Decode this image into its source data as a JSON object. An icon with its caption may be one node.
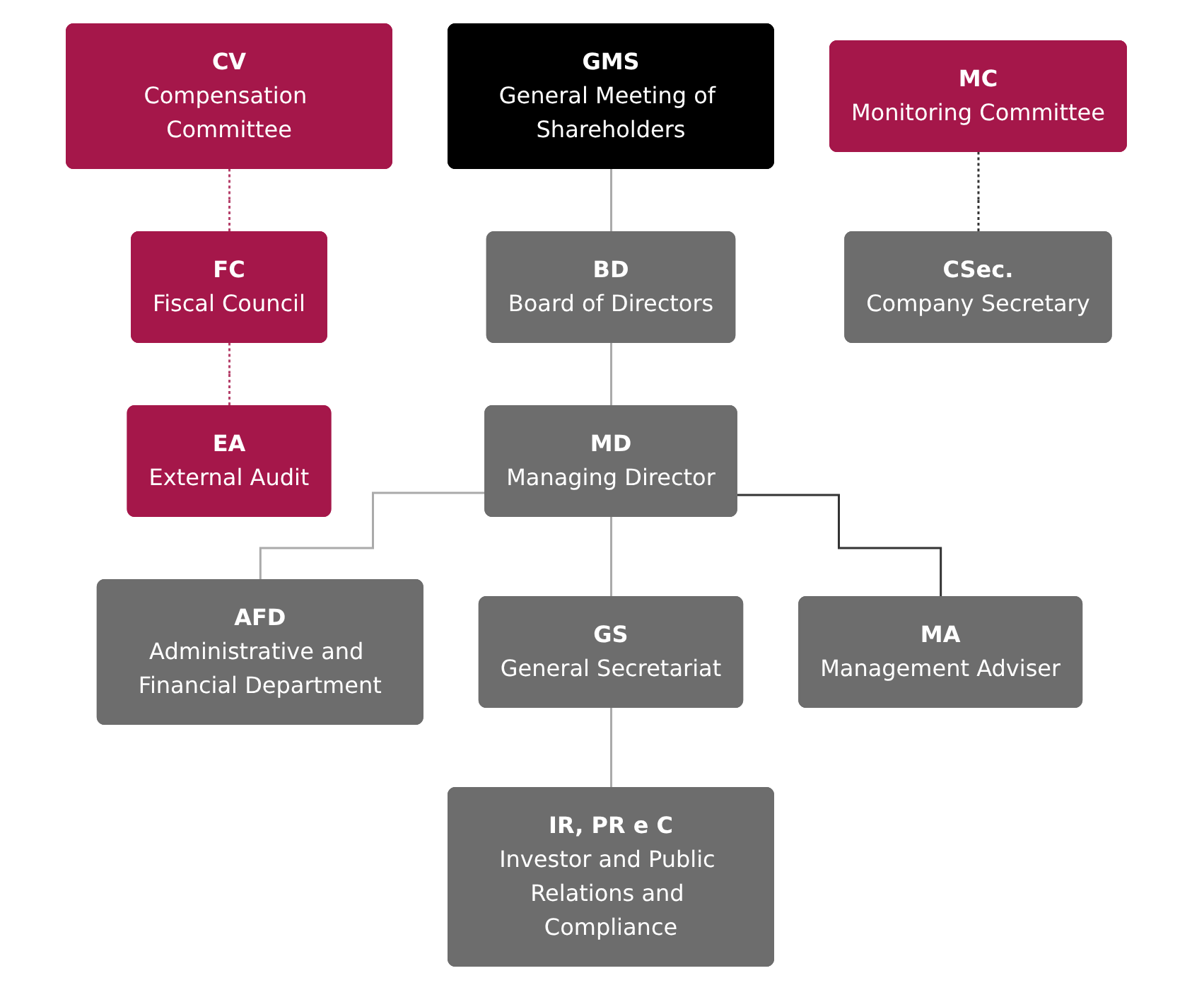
{
  "diagram": {
    "nodes": [
      {
        "text": [
          "GMS",
          "General Meeting of Shareholders"
        ]
      },
      {
        "text": [
          "CV",
          "Compensation Committee"
        ]
      },
      {
        "text": [
          "FC",
          "Fiscal Council"
        ]
      },
      {
        "text": [
          "EA",
          "External Audit"
        ]
      },
      {
        "text": [
          "BD",
          "Board of Directors"
        ]
      },
      {
        "text": [
          "MC",
          "Monitoring Committee"
        ]
      },
      {
        "text": [
          "CSec.",
          "Company Secretary"
        ]
      },
      {
        "text": [
          "MD",
          "Managing Director"
        ]
      },
      {
        "text": [
          "AFD",
          "Administrative and Financial Department"
        ]
      },
      {
        "text": [
          "GS",
          "General Secretariat"
        ]
      },
      {
        "text": [
          "MA",
          "Management Adviser"
        ]
      },
      {
        "text": [
          "IR, PR e C",
          "Investor and Public Relations and Compliance"
        ]
      }
    ],
    "edges": [
      {
        "from": 0,
        "to": 4,
        "arrow": "none"
      },
      {
        "from": 1,
        "to": 2,
        "arrow": "none",
        "style": "dashed",
        "color": "#b5406a"
      },
      {
        "from": 2,
        "to": 3,
        "arrow": "none",
        "style": "dashed",
        "color": "#b5406a"
      },
      {
        "from": 4,
        "to": 7,
        "arrow": "none"
      },
      {
        "from": 5,
        "to": 6,
        "arrow": "none",
        "style": "dashed",
        "color": "#333333"
      },
      {
        "from": 7,
        "to": 8,
        "arrow": "none"
      },
      {
        "from": 7,
        "to": 9,
        "arrow": "none"
      },
      {
        "from": 7,
        "to": 10,
        "arrow": "none",
        "color": "#333333"
      },
      {
        "from": 9,
        "to": 11,
        "arrow": "none"
      }
    ]
  }
}
